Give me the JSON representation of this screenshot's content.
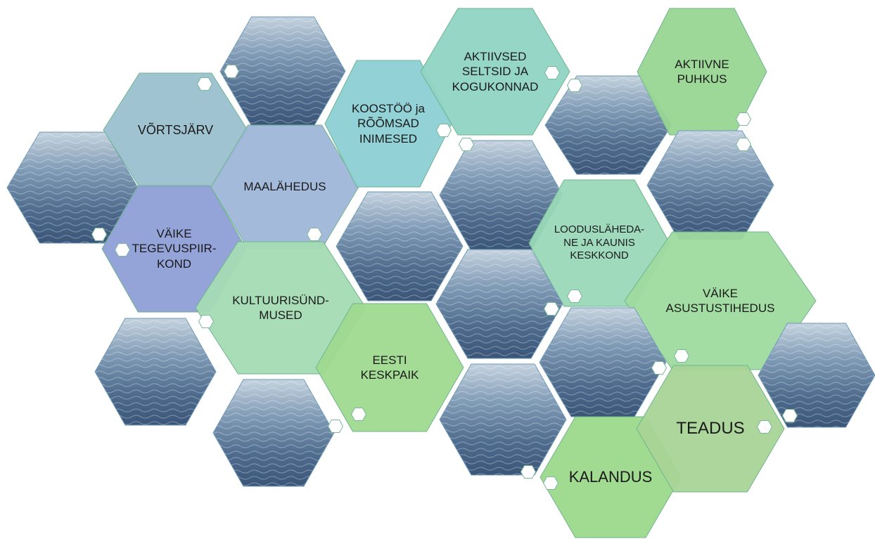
{
  "hexagons": [
    {
      "id": "water-1",
      "kind": "water"
    },
    {
      "id": "water-2",
      "kind": "water"
    },
    {
      "id": "label-vortsjarv",
      "kind": "label",
      "text": "VÕRTSJÄRV",
      "color": "#9bc0cf"
    },
    {
      "id": "label-maalahedus",
      "kind": "label",
      "text": "MAALÄHEDUS",
      "color": "#9fb6d8"
    },
    {
      "id": "label-vaike-tegevuspiirkond",
      "kind": "label",
      "text": "VÄIKE\nTEGEVUSPIIR-\nKOND",
      "color": "#8e9fd6"
    },
    {
      "id": "label-koostoo",
      "kind": "label",
      "text": "KOOSTÖÖ ja\nRÕÕMSAD\nINIMESED",
      "color": "#8ccfd4"
    },
    {
      "id": "label-aktiivsed-seltsid",
      "kind": "label",
      "text": "AKTIIVSED\nSELTSID JA\nKOGUKONNAD",
      "color": "#8fd4c4"
    },
    {
      "id": "water-3",
      "kind": "water"
    },
    {
      "id": "label-aktiivne-puhkus",
      "kind": "label",
      "text": "AKTIIVNE\nPUHKUS",
      "color": "#98d692"
    },
    {
      "id": "water-4",
      "kind": "water"
    },
    {
      "id": "water-5",
      "kind": "water"
    },
    {
      "id": "water-6",
      "kind": "water"
    },
    {
      "id": "label-looduslahedane",
      "kind": "label",
      "text": "LOODUSLÄHEDA-\nNE JA KAUNIS\nKESKKOND",
      "color": "#9ad8b8"
    },
    {
      "id": "water-7",
      "kind": "water"
    },
    {
      "id": "label-kultuurisundmused",
      "kind": "label",
      "text": "KULTUURISÜND-\nMUSED",
      "color": "#a4dbb4"
    },
    {
      "id": "label-vaike-asustustihedus",
      "kind": "label",
      "text": "VÄIKE\nASUSTUSTIHEDUS",
      "color": "#9fdb9f"
    },
    {
      "id": "water-8",
      "kind": "water"
    },
    {
      "id": "water-9",
      "kind": "water"
    },
    {
      "id": "label-eesti-keskpaik",
      "kind": "label",
      "text": "EESTI\nKESKPAIK",
      "color": "#9fd98f"
    },
    {
      "id": "water-10",
      "kind": "water"
    },
    {
      "id": "water-11",
      "kind": "water"
    },
    {
      "id": "water-12",
      "kind": "water"
    },
    {
      "id": "label-kalandus",
      "kind": "label",
      "text": "KALANDUS",
      "color": "#9cd98b"
    },
    {
      "id": "label-teadus",
      "kind": "label",
      "text": "TEADUS",
      "color": "#a9d497"
    }
  ]
}
